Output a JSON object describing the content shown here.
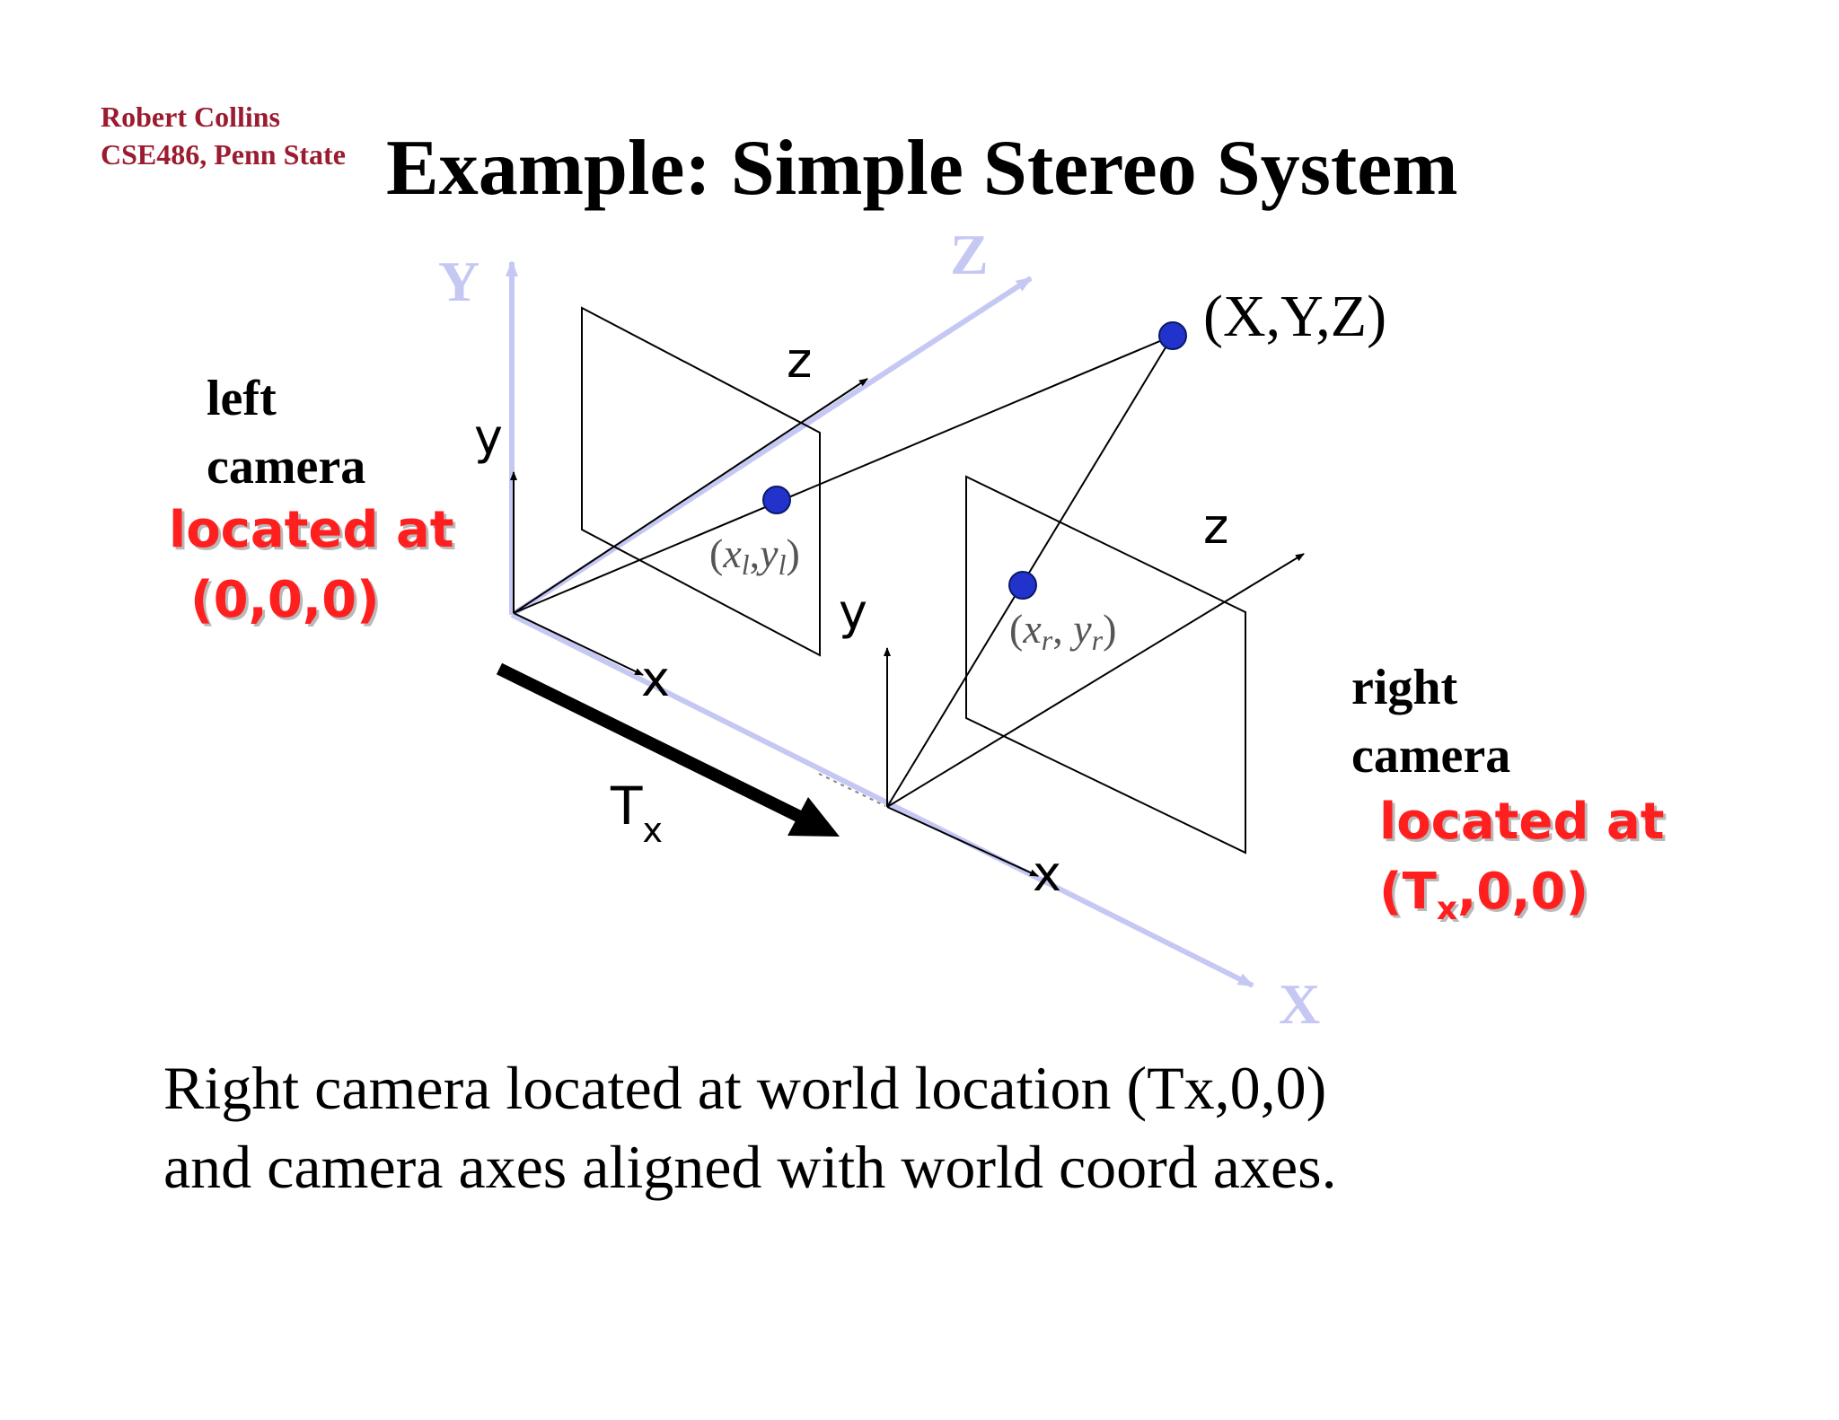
{
  "header": {
    "author_name": "Robert Collins",
    "course": "CSE486, Penn State",
    "title": "Example: Simple Stereo System"
  },
  "diagram": {
    "world_axes": {
      "x": "X",
      "y": "Y",
      "z": "Z"
    },
    "camera_axes": {
      "x": "x",
      "y": "y",
      "z": "z"
    },
    "point_label": "(X,Y,Z)",
    "left_image_point": {
      "open": "(",
      "var_x": "x",
      "sub_x": "l",
      "sep": ",",
      "var_y": "y",
      "sub_y": "l",
      "close": ")"
    },
    "right_image_point": {
      "open": "(",
      "var_x": "x",
      "sub_x": "r",
      "sep": ", ",
      "var_y": "y",
      "sub_y": "r",
      "close": ")"
    },
    "translation": {
      "symbol": "T",
      "subscript": "x"
    },
    "left_camera": {
      "line1": "left",
      "line2": "camera",
      "location_line1": "located at",
      "location_line2": "(0,0,0)"
    },
    "right_camera": {
      "line1": "right",
      "line2": "camera",
      "location_line1": "located at",
      "location_prefix": "(T",
      "location_subscript": "x",
      "location_suffix": ",0,0)"
    },
    "colors": {
      "world_axis": "#c6c8f4",
      "point_fill": "#2233cc",
      "location_text": "#ff1f1f",
      "author_text": "#9b1b30"
    }
  },
  "caption": {
    "line1": "Right camera located at world location (Tx,0,0)",
    "line2": "and camera axes aligned with world coord axes."
  }
}
